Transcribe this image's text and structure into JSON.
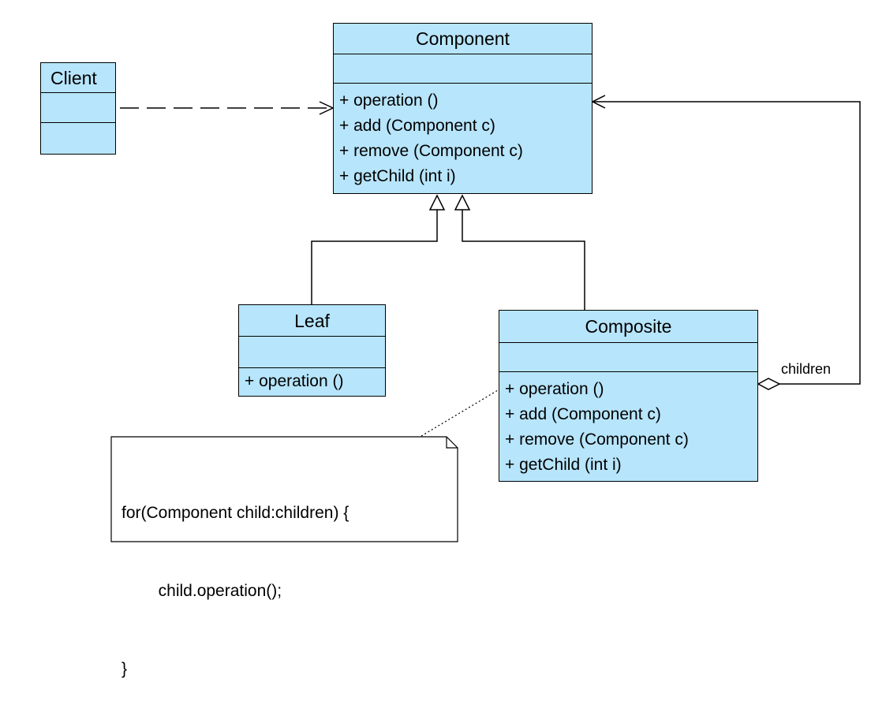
{
  "classes": {
    "client": {
      "name": "Client"
    },
    "component": {
      "name": "Component",
      "operations": [
        "+  operation ()",
        "+  add (Component c)",
        "+  remove (Component c)",
        "+  getChild (int i)"
      ]
    },
    "leaf": {
      "name": "Leaf",
      "operations": [
        "+  operation ()"
      ]
    },
    "composite": {
      "name": "Composite",
      "operations": [
        "+  operation ()",
        "+  add (Component c)",
        "+  remove (Component c)",
        "+  getChild (int i)"
      ]
    }
  },
  "relations": {
    "aggregation_label": "children"
  },
  "note": {
    "lines": [
      "for(Component child:children) {",
      "        child.operation();",
      "}"
    ]
  },
  "colors": {
    "class_fill": "#b7e5fb",
    "line": "#000000"
  }
}
